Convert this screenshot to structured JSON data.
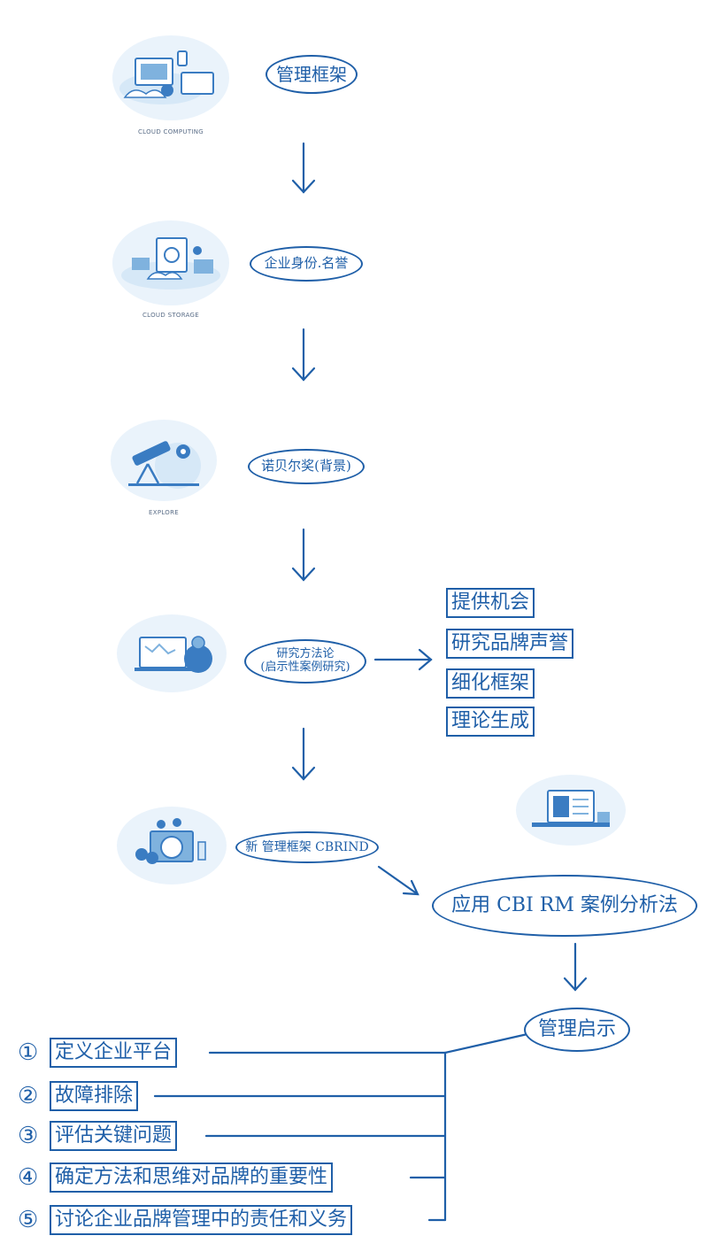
{
  "colors": {
    "accent": "#1f5fa8",
    "illustration_light": "#d6e8f7",
    "illustration_mid": "#7fb2de"
  },
  "illustrations": [
    {
      "icon": "cloud-computing-illustration",
      "caption": "CLOUD COMPUTING"
    },
    {
      "icon": "cloud-storage-illustration",
      "caption": "CLOUD STORAGE"
    },
    {
      "icon": "explore-telescope-illustration",
      "caption": "EXPLORE"
    },
    {
      "icon": "map-analysis-illustration",
      "caption": ""
    },
    {
      "icon": "people-search-illustration",
      "caption": ""
    },
    {
      "icon": "computer-screen-illustration",
      "caption": ""
    }
  ],
  "nodes": {
    "framework": "管理框架",
    "identity": "企业身份.名誉",
    "nobel": "诺贝尔奖(背景)",
    "methodology_line1": "研究方法论",
    "methodology_line2": "(启示性案例研究)",
    "new_framework": "新 管理框架 CBRIND",
    "application": "应用 CBI RM 案例分析法",
    "implications": "管理启示"
  },
  "method_outcomes": [
    "提供机会",
    "研究品牌声誉",
    "细化框架",
    "理论生成"
  ],
  "implication_items": [
    {
      "num": "①",
      "text": "定义企业平台"
    },
    {
      "num": "②",
      "text": "故障排除"
    },
    {
      "num": "③",
      "text": "评估关键问题"
    },
    {
      "num": "④",
      "text": "确定方法和思维对品牌的重要性"
    },
    {
      "num": "⑤",
      "text": "讨论企业品牌管理中的责任和义务"
    }
  ]
}
